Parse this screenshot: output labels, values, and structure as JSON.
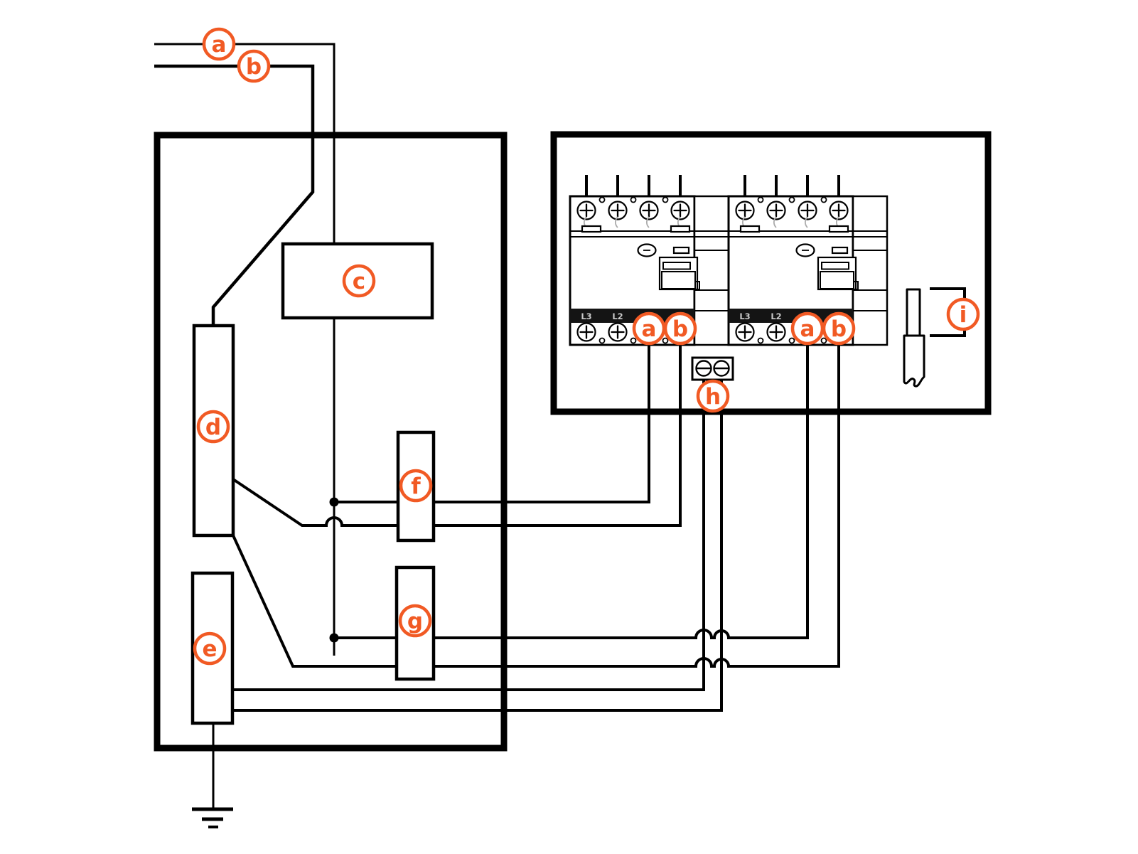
{
  "colors": {
    "accent_orange": "#F15A24",
    "line_black": "#000000",
    "background_white": "#FFFFFF",
    "device_band_black": "#141414",
    "device_band_text_gray": "#C9C9C9"
  },
  "callouts": {
    "a": "a",
    "b": "b",
    "c": "c",
    "d": "d",
    "e": "e",
    "f": "f",
    "g": "g",
    "h": "h",
    "i": "i"
  },
  "rcd_modules": [
    {
      "band_labels": [
        "L3",
        "L2"
      ],
      "terminal_callouts": [
        "a",
        "b"
      ]
    },
    {
      "band_labels": [
        "L3",
        "L2"
      ],
      "terminal_callouts": [
        "a",
        "b"
      ]
    }
  ]
}
